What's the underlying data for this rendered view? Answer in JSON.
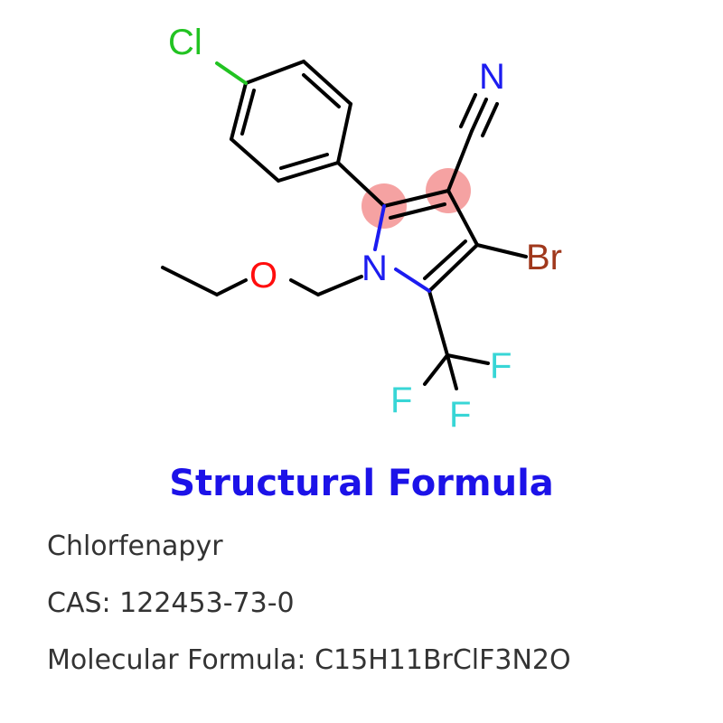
{
  "structure": {
    "atoms": {
      "chlorine": "Cl",
      "nitrogen_nitrile": "N",
      "bromine": "Br",
      "oxygen": "O",
      "nitrogen_ring": "N",
      "fluorine_1": "F",
      "fluorine_2": "F",
      "fluorine_3": "F"
    },
    "colors": {
      "bond": "#000000",
      "chlorine": "#22c322",
      "nitrogen": "#1c1cf0",
      "bromine": "#a0381c",
      "oxygen": "#ff0d0d",
      "fluorine": "#38d6d6",
      "highlight": "#f28b8b"
    }
  },
  "title": "Structural Formula",
  "info": {
    "name": "Chlorfenapyr",
    "cas_label": "CAS:",
    "cas_value": "122453-73-0",
    "formula_label": "Molecular Formula:",
    "formula_value": "C15H11BrClF3N2O"
  },
  "text_color": "#333333",
  "title_color": "#1c12e8"
}
